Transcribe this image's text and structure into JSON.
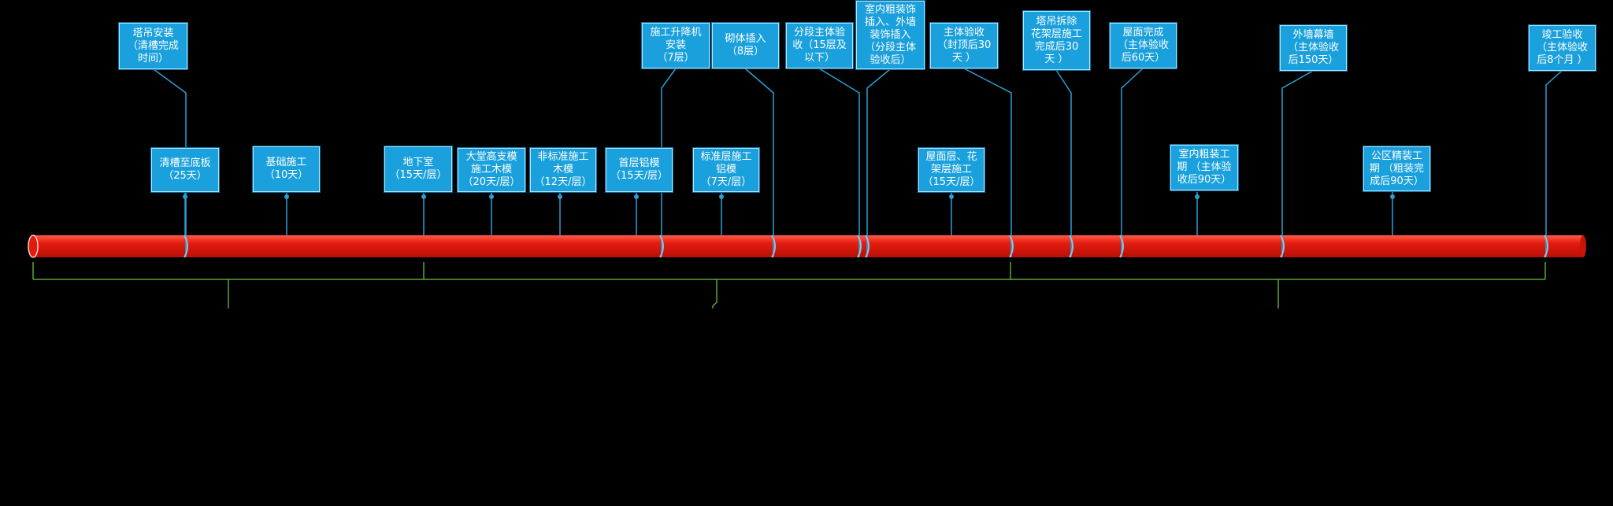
{
  "colors": {
    "background": "#000000",
    "box_fill": "#1aa0dc",
    "connector": "#2a9fd6",
    "bar": "#e01a0e",
    "bracket": "#5aa63a"
  },
  "upper_labels": [
    {
      "id": "tower-crane-install",
      "text": "塔吊安装\n（清槽完成\n时间）"
    },
    {
      "id": "construction-elevator",
      "text": "施工升降机\n安装\n（7层）"
    },
    {
      "id": "masonry-insert",
      "text": "砌体插入\n（8层）"
    },
    {
      "id": "section-acceptance",
      "text": "分段主体验\n收（15层及\n以下）"
    },
    {
      "id": "interior-exterior-decoration",
      "text": "室内粗装饰\n插入、外墙\n装饰插入\n（分段主体\n验收后）"
    },
    {
      "id": "main-acceptance",
      "text": "主体验收\n（封顶后30\n天 ）"
    },
    {
      "id": "tower-crane-removal",
      "text": "塔吊拆除\n花架层施工\n完成后30\n天 ）"
    },
    {
      "id": "roof-complete",
      "text": "屋面完成\n（主体验收\n后60天）"
    },
    {
      "id": "curtain-wall",
      "text": "外墙幕墙\n（主体验收\n后150天）"
    },
    {
      "id": "completion-acceptance",
      "text": "竣工验收\n（主体验收\n后8个月 ）"
    }
  ],
  "lower_labels": [
    {
      "id": "trench-to-base",
      "text": "清槽至底板\n（25天）"
    },
    {
      "id": "foundation",
      "text": "基础施工\n（10天）"
    },
    {
      "id": "basement",
      "text": "地下室\n（15天/层）"
    },
    {
      "id": "lobby-formwork",
      "text": "大堂高支模\n施工木模\n（20天/层）"
    },
    {
      "id": "nonstandard-floor",
      "text": "非标准施工\n木模\n（12天/层）"
    },
    {
      "id": "first-floor-aluminum",
      "text": "首层铝模\n（15天/层）"
    },
    {
      "id": "standard-floor",
      "text": "标准层施工\n铝模\n（7天/层）"
    },
    {
      "id": "roof-floor",
      "text": "屋面层、花\n架层施工\n（15天/层）"
    },
    {
      "id": "interior-rough",
      "text": "室内粗装工\n期 （主体验\n收后90天）"
    },
    {
      "id": "public-fine-decoration",
      "text": "公区精装工\n期 （粗装完\n成后90天）"
    }
  ]
}
